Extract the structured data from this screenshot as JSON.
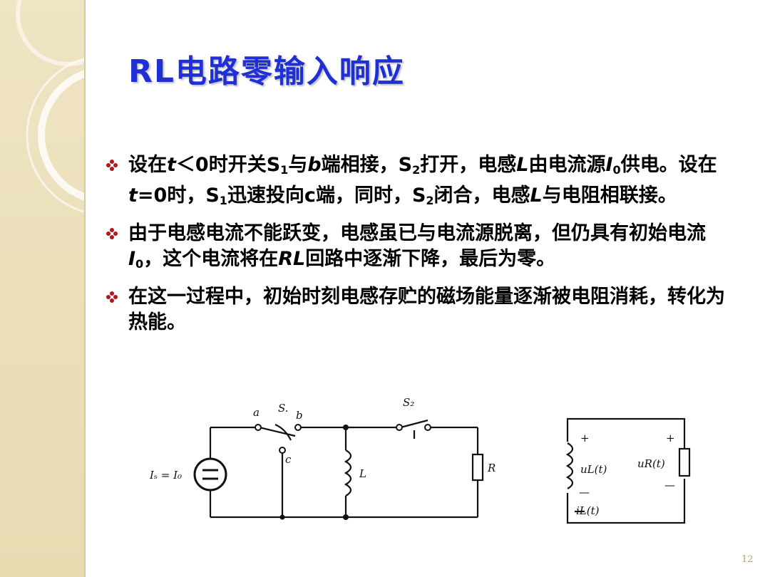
{
  "slide": {
    "title": "RL电路零输入响应",
    "page_number": "12",
    "colors": {
      "title": "#1f2fd6",
      "bullet_mark": "#b0161d",
      "sidebar": "#efe4c3"
    }
  },
  "bullets": [
    {
      "p1": "设在",
      "t1": "t",
      "p2": "＜0时开关",
      "s1": "S",
      "s1sub": "1",
      "p3": "与",
      "b": "b",
      "p4": "端相接，",
      "s2": "S",
      "s2sub": "2",
      "p5": "打开，电感",
      "L1": "L",
      "p6": "由电流源",
      "I0": "I",
      "I0sub": "0",
      "p7": "供电。设在",
      "t2": "t",
      "p8": "=0时，",
      "s3": "S",
      "s3sub": "1",
      "p9": "迅速投向c端，同时，",
      "s4": "S",
      "s4sub": "2",
      "p10": "闭合，电感",
      "L2": "L",
      "p11": "与电阻相联接。"
    },
    {
      "p1": "由于电感电流不能跃变，电感虽已与电流源脱离，但仍具有初始电流",
      "I0": "I",
      "I0sub": "0",
      "p2": "，这个电流将在",
      "RL": "RL",
      "p3": "回路中逐渐下降，最后为零。"
    },
    {
      "p1": "在这一过程中，初始时刻电感存贮的磁场能量逐渐被电阻消耗，转化为热能。"
    }
  ],
  "circuit1": {
    "labels": {
      "a": "a",
      "S1": "S.",
      "b": "b",
      "S2": "S₂",
      "c": "c",
      "source": "Iₛ = I₀",
      "L": "L",
      "R": "R"
    }
  },
  "circuit2": {
    "labels": {
      "plus_left": "+",
      "plus_right": "+",
      "uL": "uL(t)",
      "uR": "uR(t)",
      "minus_left": "—",
      "minus_right": "—",
      "iL": "iL(t)"
    }
  }
}
